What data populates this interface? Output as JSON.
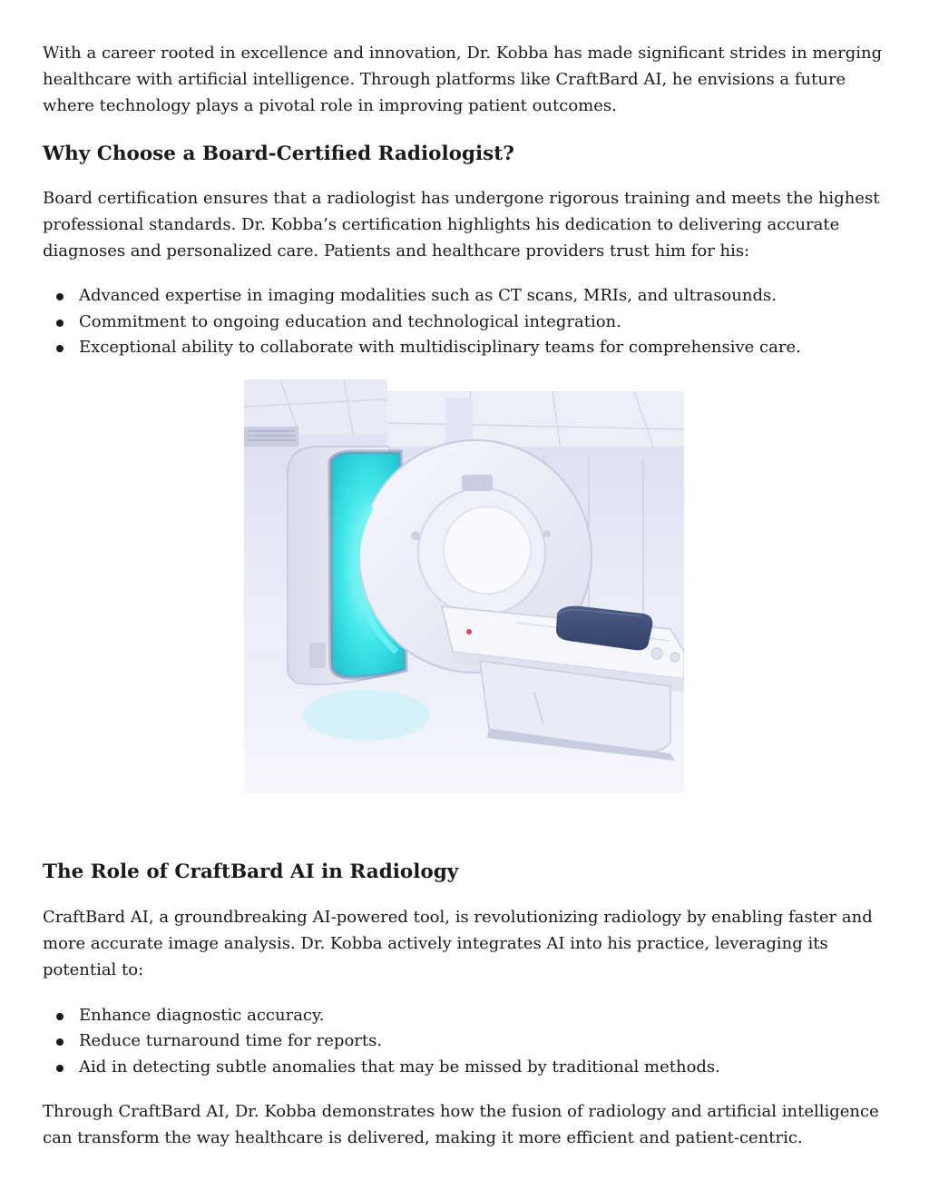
{
  "intro": {
    "text": "With a career rooted in excellence and innovation, Dr. Kobba has made significant strides in merging healthcare with artificial intelligence. Through platforms like CraftBard AI, he envisions a future where technology plays a pivotal role in improving patient outcomes."
  },
  "board_section": {
    "heading": "Why Choose a Board-Certified Radiologist?",
    "paragraph": "Board certification ensures that a radiologist has undergone rigorous training and meets the highest professional standards. Dr. Kobba’s certification highlights his dedication to delivering accurate diagnoses and personalized care. Patients and healthcare providers trust him for his:",
    "bullets": [
      "Advanced expertise in imaging modalities such as CT scans, MRIs, and ultrasounds.",
      "Commitment to ongoing education and technological integration.",
      "Exceptional ability to collaborate with multidisciplinary teams for comprehensive care."
    ]
  },
  "ai_section": {
    "heading": "The Role of CraftBard AI in Radiology",
    "paragraph": "CraftBard AI, a groundbreaking AI-powered tool, is revolutionizing radiology by enabling faster and more accurate image analysis. Dr. Kobba actively integrates AI into his practice, leveraging its potential to:",
    "bullets": [
      "Enhance diagnostic accuracy.",
      "Reduce turnaround time for reports.",
      "Aid in detecting subtle anomalies that may be missed by traditional methods."
    ],
    "closing": "Through CraftBard AI, Dr. Kobba demonstrates how the fusion of radiology and artificial intelligence can transform the way healthcare is delivered, making it more efficient and patient-centric."
  },
  "colors": {
    "text": "#1a1a1a",
    "mri_glow": "#3fe6e6",
    "room_tint": "#e6e8f6"
  }
}
